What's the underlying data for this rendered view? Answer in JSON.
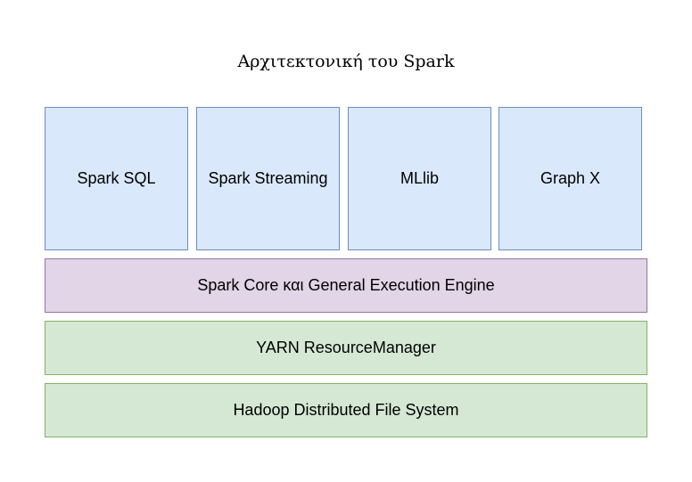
{
  "diagram": {
    "title": "Αρχιτεκτονική του Spark",
    "modules": [
      {
        "label": "Spark SQL"
      },
      {
        "label": "Spark Streaming"
      },
      {
        "label": "MLlib"
      },
      {
        "label": "Graph X"
      }
    ],
    "layers": {
      "core": "Spark Core και General Execution Engine",
      "resource_manager": "YARN ResourceManager",
      "storage": "Hadoop Distributed File System"
    },
    "colors": {
      "module_fill": "#dae8fc",
      "module_stroke": "#6c8ebf",
      "core_fill": "#e1d5e7",
      "core_stroke": "#9673a6",
      "layer_fill": "#d5e8d4",
      "layer_stroke": "#82b366"
    }
  }
}
